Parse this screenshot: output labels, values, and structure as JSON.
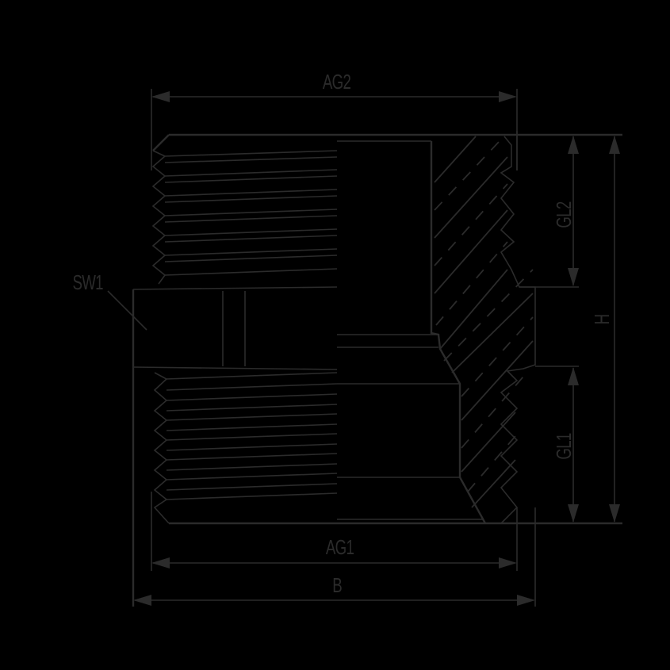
{
  "drawing": {
    "type": "reducing nipple cross-section technical drawing",
    "background": "#000000",
    "line_color": "#2b2b2b"
  },
  "dimensions": {
    "ag2": "AG2",
    "ag1": "AG1",
    "b": "B",
    "sw1": "SW1",
    "gl2": "GL2",
    "gl1": "GL1",
    "h": "H"
  }
}
